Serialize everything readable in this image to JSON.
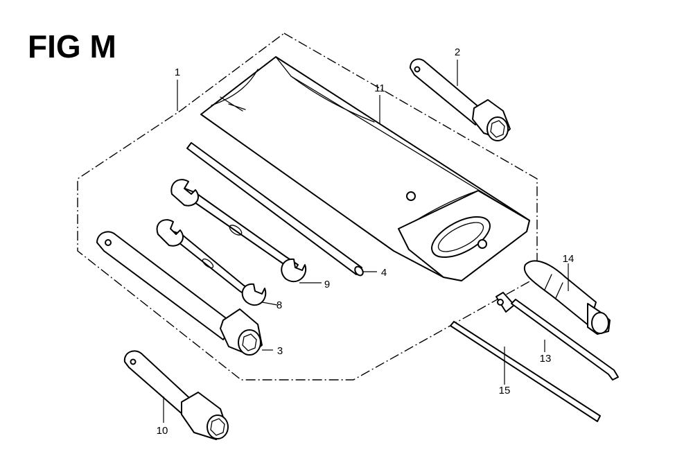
{
  "figure": {
    "title": "FIG M"
  },
  "callouts": [
    {
      "id": "1",
      "label": "1"
    },
    {
      "id": "2",
      "label": "2"
    },
    {
      "id": "3",
      "label": "3"
    },
    {
      "id": "4",
      "label": "4"
    },
    {
      "id": "8",
      "label": "8"
    },
    {
      "id": "9",
      "label": "9"
    },
    {
      "id": "10",
      "label": "10"
    },
    {
      "id": "11",
      "label": "11"
    },
    {
      "id": "13",
      "label": "13"
    },
    {
      "id": "14",
      "label": "14"
    },
    {
      "id": "15",
      "label": "15"
    }
  ]
}
